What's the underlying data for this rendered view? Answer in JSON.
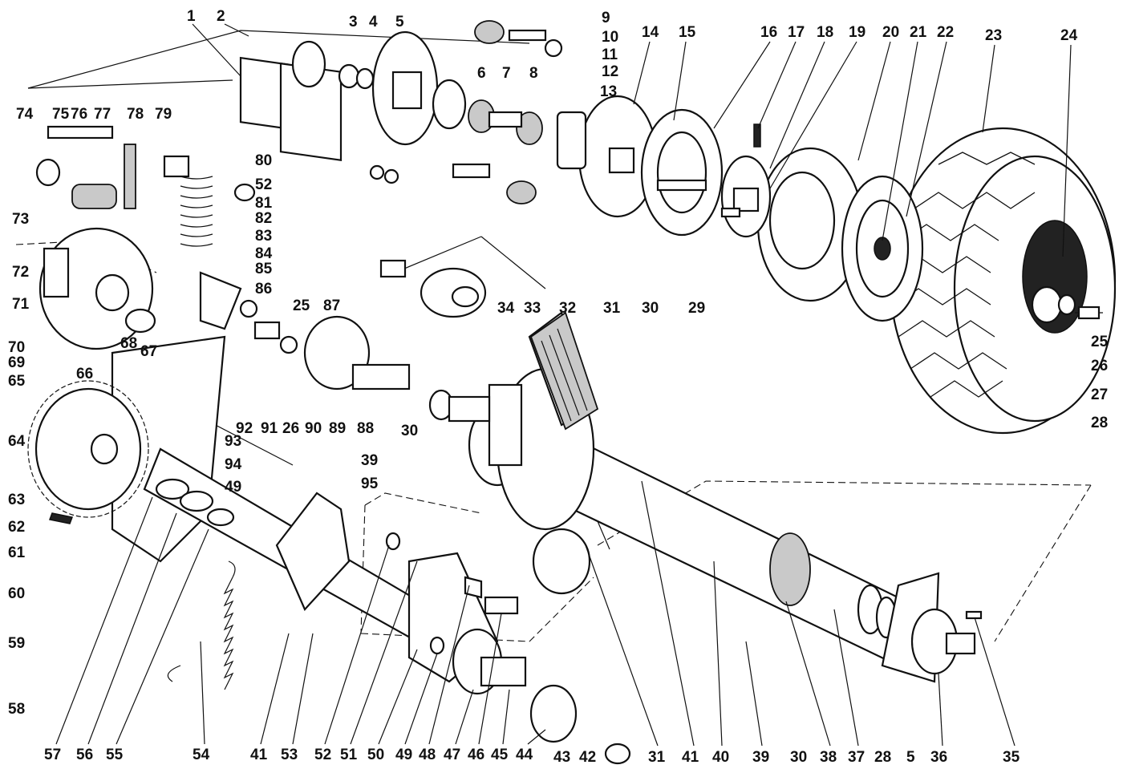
{
  "callouts": {
    "top_row": [
      "1",
      "2",
      "3",
      "4",
      "5",
      "9",
      "10",
      "11",
      "12",
      "6",
      "7",
      "8",
      "13",
      "14",
      "15",
      "16",
      "17",
      "18",
      "19",
      "20",
      "21",
      "22",
      "23",
      "24"
    ],
    "right_col": [
      "25",
      "26",
      "27",
      "28"
    ],
    "left_col": [
      "74",
      "75",
      "76",
      "77",
      "78",
      "79",
      "80",
      "52",
      "81",
      "82",
      "83",
      "84",
      "85",
      "86",
      "25",
      "87",
      "73",
      "72",
      "71",
      "70",
      "69",
      "68",
      "67",
      "66",
      "65",
      "64",
      "63",
      "62",
      "61",
      "60",
      "59",
      "58"
    ],
    "center": [
      "33",
      "34",
      "32",
      "31",
      "30",
      "29",
      "92",
      "91",
      "26",
      "90",
      "89",
      "88",
      "93",
      "94",
      "49",
      "30",
      "39",
      "95"
    ],
    "bottom_row": [
      "57",
      "56",
      "55",
      "54",
      "41",
      "53",
      "52",
      "51",
      "50",
      "49",
      "48",
      "47",
      "46",
      "45",
      "44",
      "43",
      "42",
      "31",
      "41",
      "40",
      "39",
      "30",
      "38",
      "37",
      "28",
      "5",
      "36",
      "35"
    ]
  }
}
